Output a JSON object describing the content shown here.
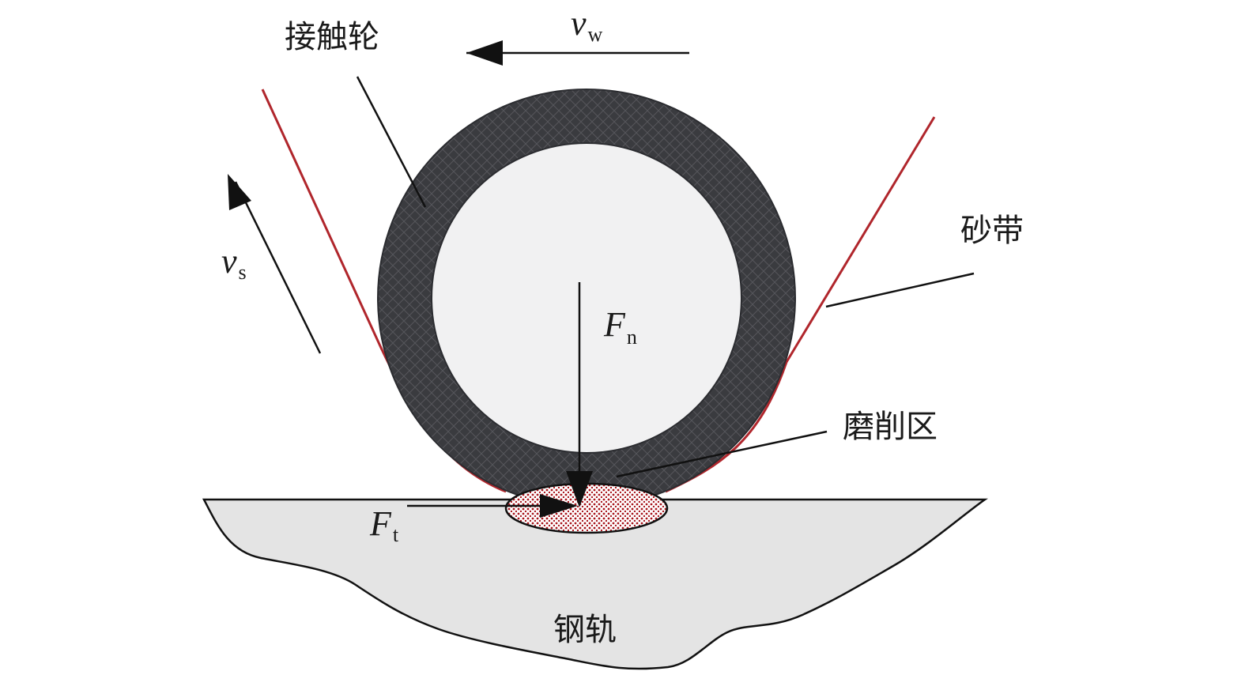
{
  "labels": {
    "contact_wheel": "接触轮",
    "belt": "砂带",
    "grinding_zone": "磨削区",
    "rail": "钢轨"
  },
  "symbols": {
    "vw": {
      "main": "v",
      "sub": "w"
    },
    "vs": {
      "main": "v",
      "sub": "s"
    },
    "fn": {
      "main": "F",
      "sub": "n"
    },
    "ft": {
      "main": "F",
      "sub": "t"
    }
  },
  "colors": {
    "wheel_ring": "#3a3b3f",
    "wheel_core": "#f1f1f2",
    "belt": "#b0262c",
    "rail_fill": "#e4e4e4",
    "zone_dots": "#a8151c",
    "lines": "#111111"
  }
}
